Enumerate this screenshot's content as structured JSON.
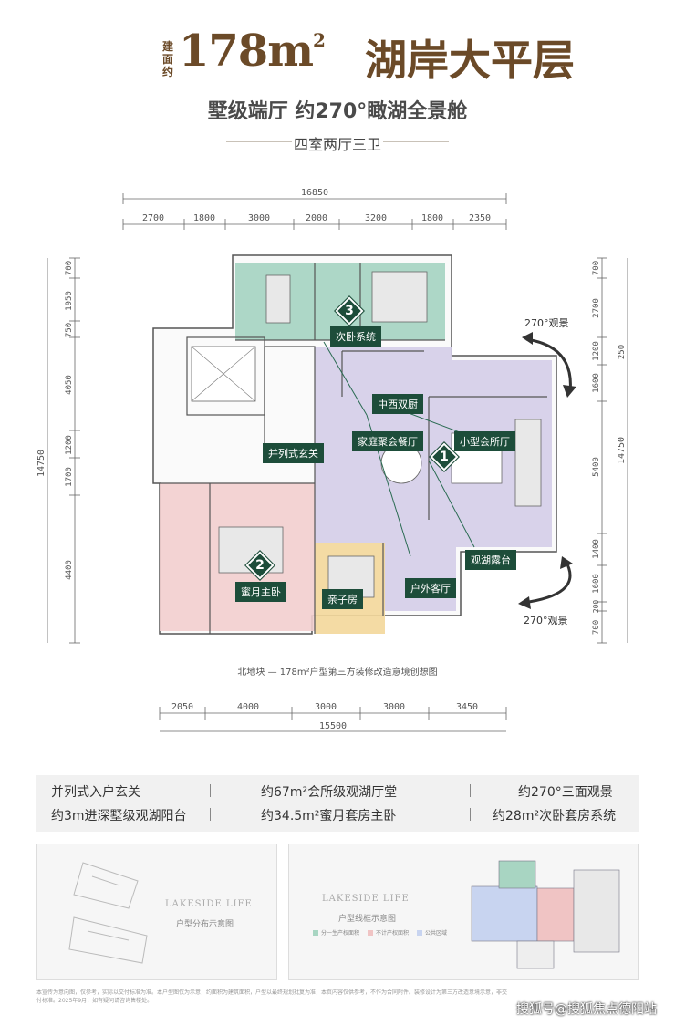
{
  "header": {
    "prefix": "建面约",
    "area": "178m",
    "area_sup": "2",
    "title": "湖岸大平层",
    "subtitle": "墅级端厅 约270°瞰湖全景舱",
    "layout_label": "四室两厅三卫"
  },
  "dimensions": {
    "top_total": "16850",
    "top": [
      "2700",
      "1800",
      "3000",
      "2000",
      "3200",
      "1800",
      "2350"
    ],
    "bottom": [
      "2050",
      "4000",
      "3000",
      "3000",
      "3450"
    ],
    "bottom_total": "15500",
    "left_total": "14750",
    "left": [
      "700",
      "1950",
      "750",
      "4050",
      "1200",
      "1700",
      "4400"
    ],
    "right_total": "14750",
    "right_outer": "250",
    "right": [
      "700",
      "2700",
      "1200",
      "1600",
      "5400",
      "1400",
      "1600",
      "200",
      "700"
    ]
  },
  "rooms": {
    "room3_number": "3",
    "room3_label": "次卧系统",
    "kitchen_label": "中西双厨",
    "dining_label": "家庭聚会餐厅",
    "living_label": "小型会所厅",
    "room1_number": "1",
    "entry_label": "并列式玄关",
    "room2_number": "2",
    "master_label": "蜜月主卧",
    "kids_label": "亲子房",
    "terrace_label": "观湖露台",
    "outdoor_label": "户外客厅",
    "view_top": "270°观景",
    "view_bottom": "270°观景"
  },
  "caption": "北地块 — 178m²户型第三方装修改造意境创想图",
  "features": [
    "并列式入户玄关",
    "约67m²会所级观湖厅堂",
    "约270°三面观景",
    "约3m进深墅级观湖阳台",
    "约34.5m²蜜月套房主卧",
    "约28m²次卧套房系统"
  ],
  "thumbs": {
    "left_title": "LAKESIDE LIFE",
    "left_sub": "户型分布示意图",
    "right_title": "LAKESIDE LIFE",
    "right_sub": "户型线框示意图",
    "legend": [
      "分一生产权面积",
      "不计产权面积",
      "公共区域"
    ]
  },
  "footnote": "本宣传为意向图，仅参考，实际以交付标准为准。本户型图仅为示意，约面积为建筑面积，户型以最终规划批复为准，本页内容仅供参考，不作为合同附件。装修设计为第三方改造意境示意，非交付标准。2025年9月，如有疑问请咨询售楼处。",
  "watermark": "搜狐号@搜狐焦点德阳站",
  "colors": {
    "brown": "#6b4a28",
    "teal_room": "#9fd0bd",
    "purple_room": "#d4cde8",
    "pink_room": "#f2cece",
    "orange_room": "#f3d79a",
    "tag_green": "#1d4d3a"
  }
}
